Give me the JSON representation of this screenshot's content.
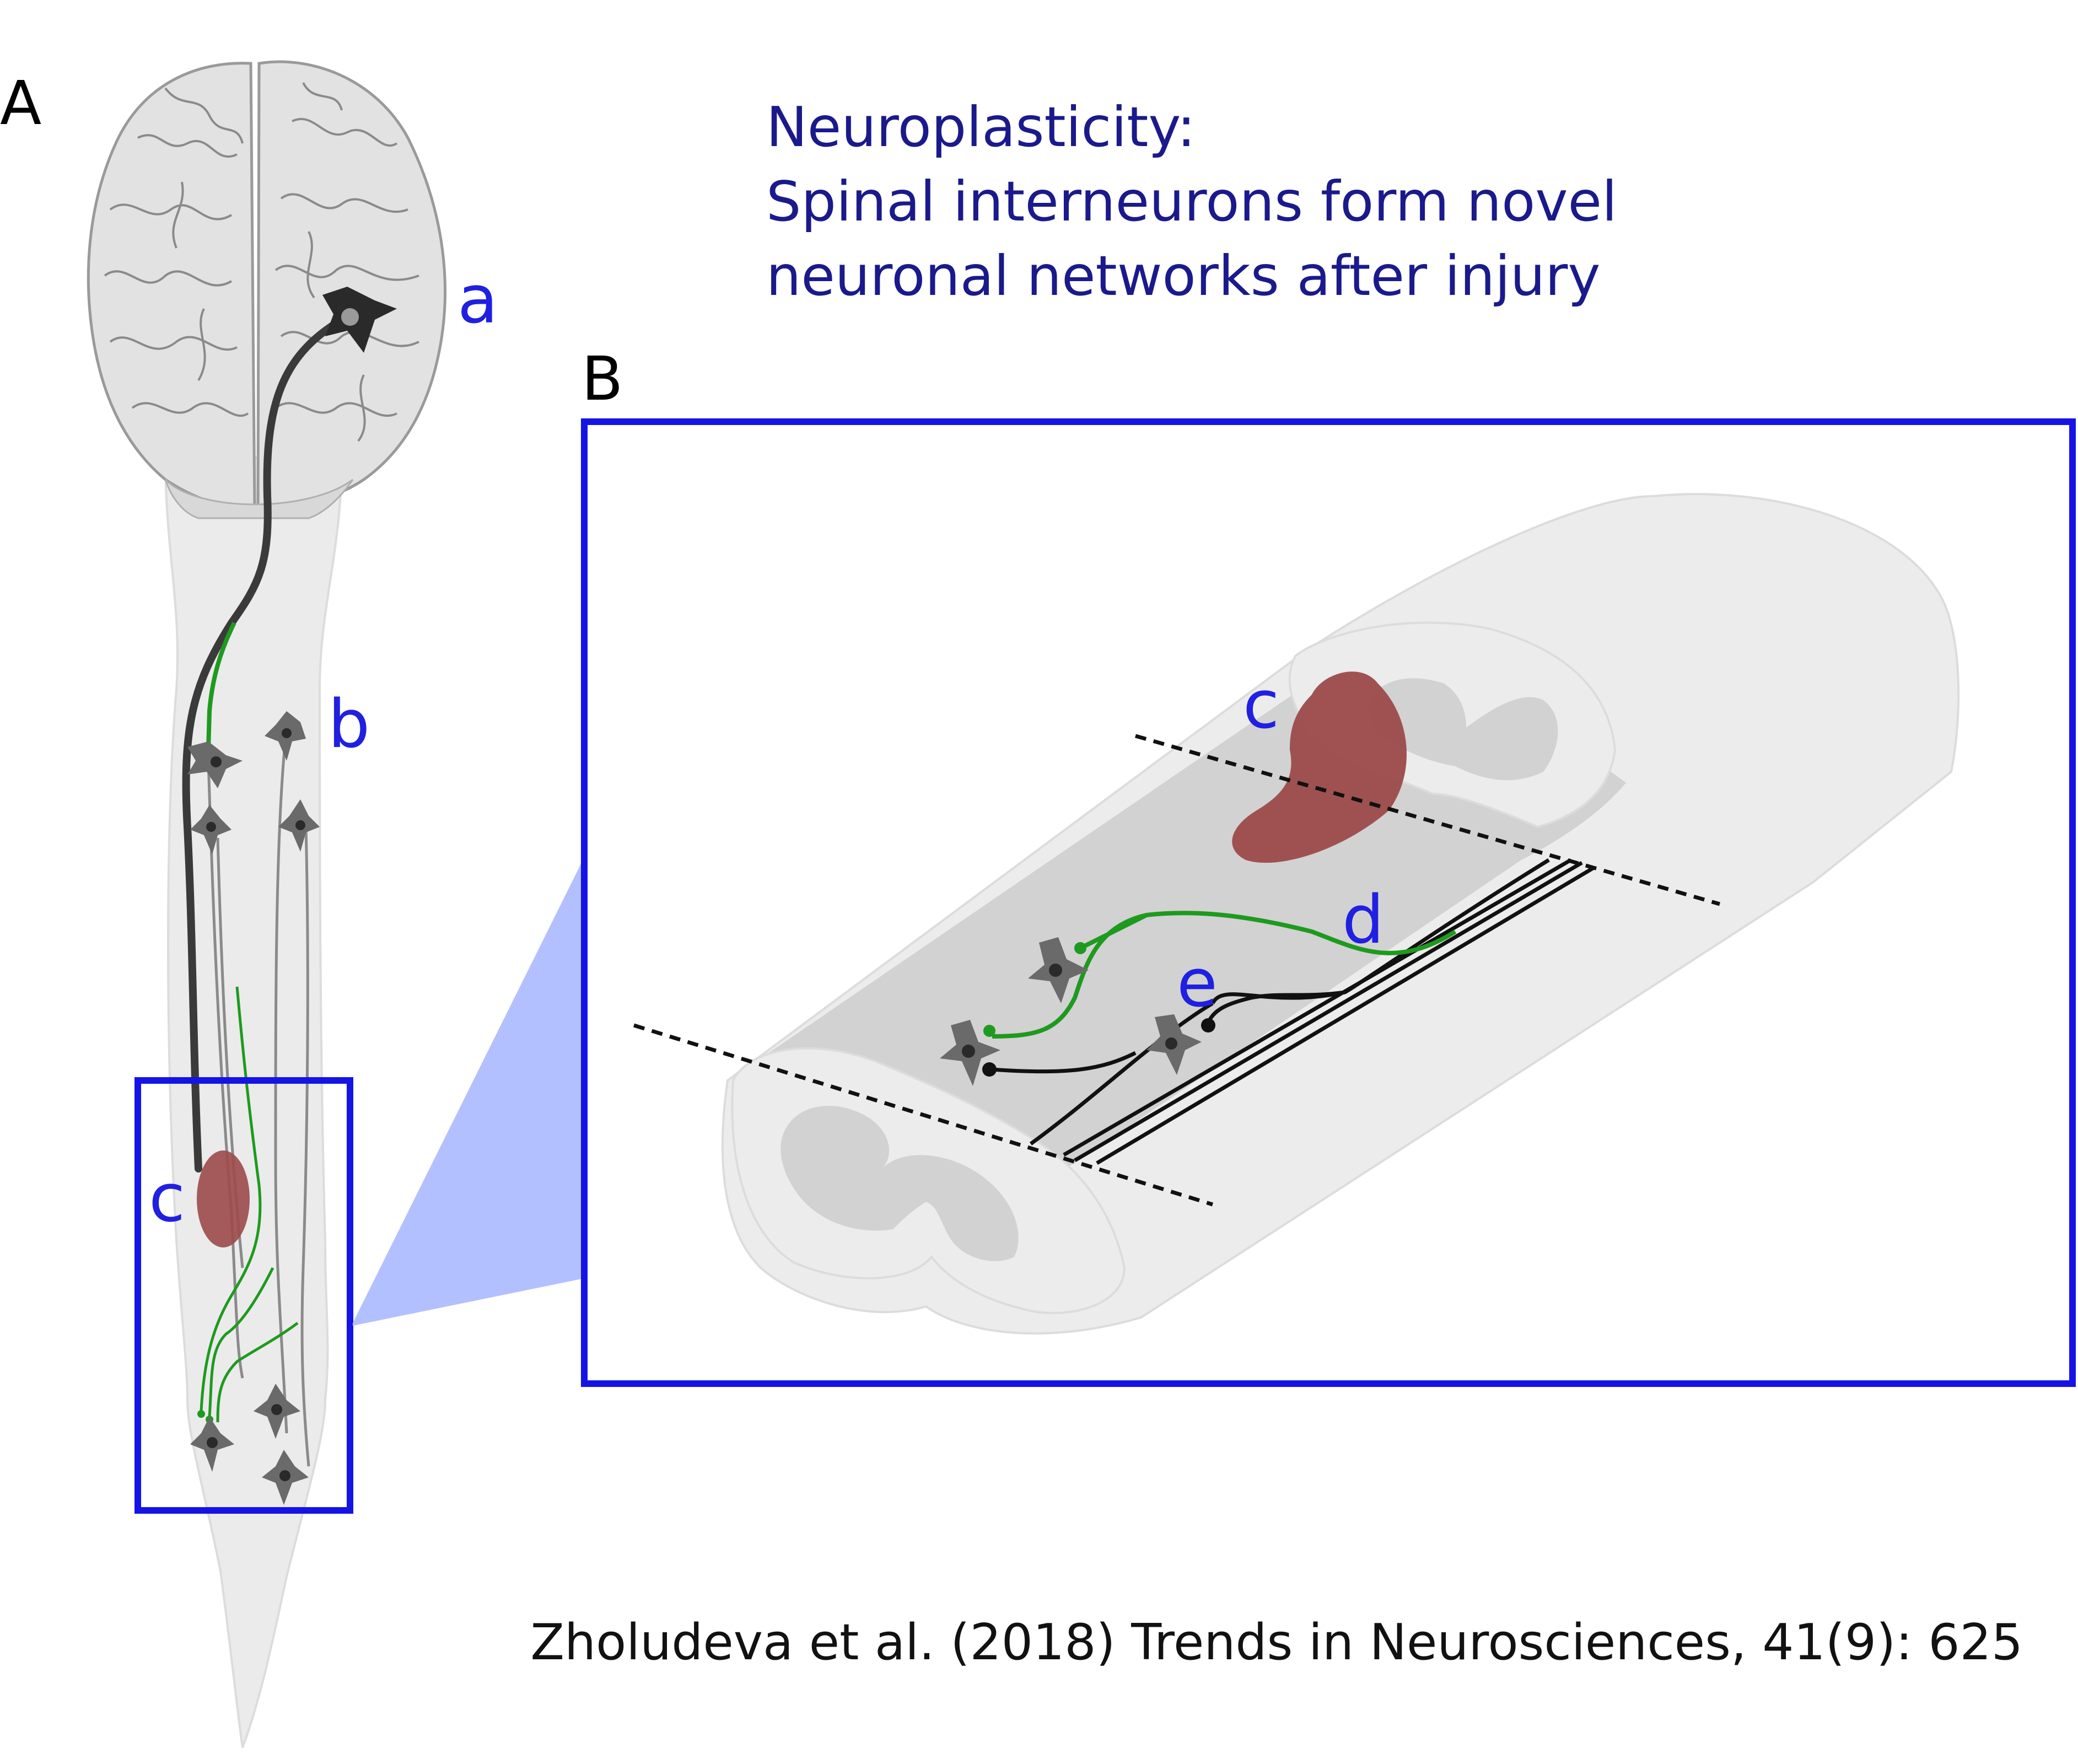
{
  "panels": {
    "a_label": "A",
    "b_label": "B"
  },
  "labels": {
    "a": "a",
    "b": "b",
    "c_left": "c",
    "c_right": "c",
    "d": "d",
    "e": "e"
  },
  "title": {
    "line1": "Neuroplasticity:",
    "line2": "Spinal interneurons form novel",
    "line3": "neuronal networks after injury"
  },
  "citation": "Zholudeva et al. (2018) Trends in Neurosciences, 41(9): 625",
  "colors": {
    "label_blue": "#2020e0",
    "title_navy": "#1a1a8c",
    "frame_blue": "#1414e6",
    "zoom_fill": "#b3c0ff",
    "lesion": "#9c4a4a",
    "axon_green": "#1e9a1e",
    "axon_dark": "#333333",
    "cord_light": "#ececec",
    "grey_matter": "#d2d2d2",
    "neuron": "#6a6a6a"
  }
}
